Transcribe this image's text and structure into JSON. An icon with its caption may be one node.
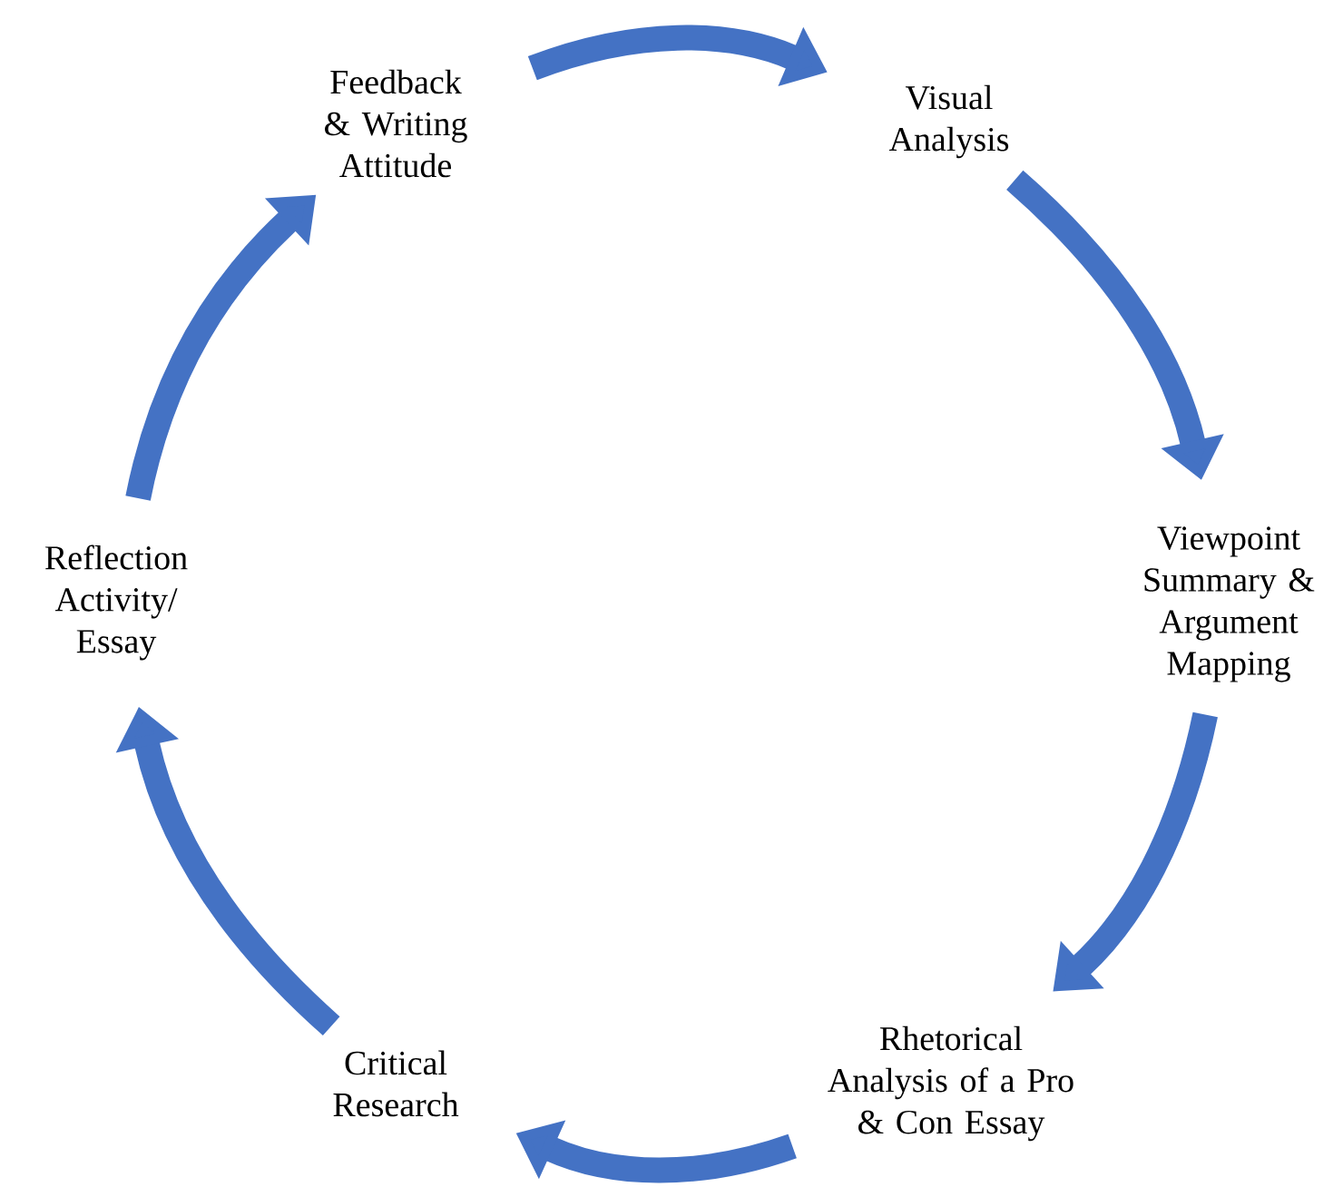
{
  "diagram": {
    "nodes": [
      {
        "text": [
          "Feedback & Writing Attitude"
        ]
      },
      {
        "text": [
          "Visual Analysis"
        ]
      },
      {
        "text": [
          "Viewpoint Summary & Argument Mapping"
        ]
      },
      {
        "text": [
          "Rhetorical Analysis of a Pro & Con Essay"
        ]
      },
      {
        "text": [
          "Critical Research"
        ]
      },
      {
        "text": [
          "Reflection Activity/ Essay"
        ]
      }
    ],
    "edges": [
      {
        "from": 0,
        "to": 1,
        "arrow": "to"
      },
      {
        "from": 1,
        "to": 2,
        "arrow": "to"
      },
      {
        "from": 2,
        "to": 3,
        "arrow": "to"
      },
      {
        "from": 3,
        "to": 4,
        "arrow": "to"
      },
      {
        "from": 4,
        "to": 5,
        "arrow": "to"
      },
      {
        "from": 5,
        "to": 0,
        "arrow": "to"
      }
    ]
  }
}
